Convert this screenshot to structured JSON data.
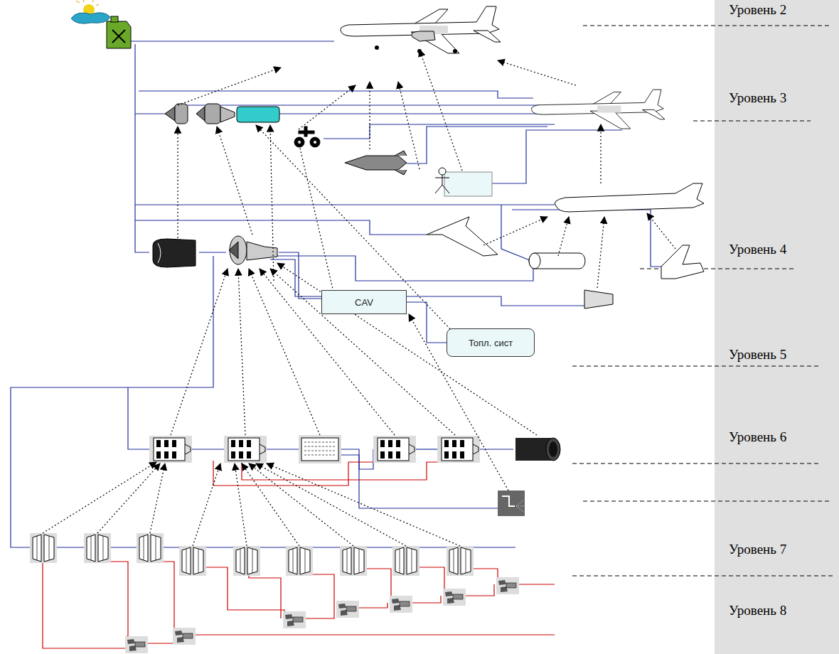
{
  "diagram": {
    "nodes": [
      {
        "text": [
          "CAV"
        ]
      },
      {
        "text": [
          "Топл. сист"
        ]
      }
    ],
    "edges": [
      {
        "from": 0,
        "to": 1,
        "arrow": "none"
      }
    ],
    "labels": [
      "Уровень 2",
      "Уровень 3",
      "Уровень 4",
      "Уровень 5",
      "Уровень 6",
      "Уровень 7",
      "Уровень 8"
    ]
  }
}
